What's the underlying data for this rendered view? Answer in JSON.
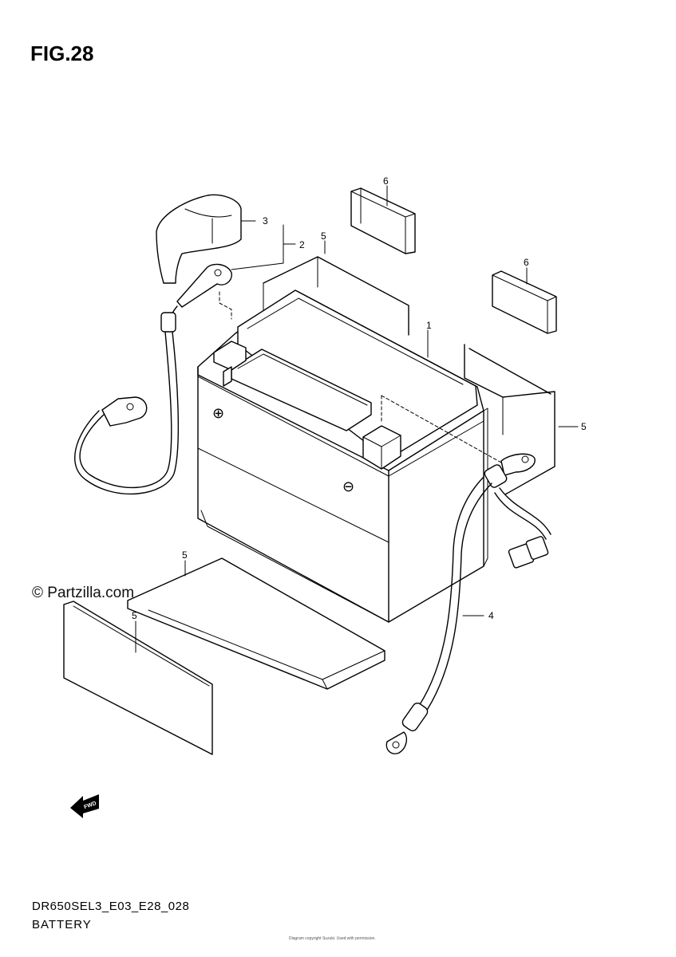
{
  "figure": {
    "title": "FIG.28",
    "watermark": "© Partzilla.com",
    "model_code": "DR650SEL3_E03_E28_028",
    "caption": "BATTERY",
    "footer_note": "Diagram copyright Suzuki. Used with permission.",
    "fwd_label": "FWD"
  },
  "callouts": [
    {
      "id": "callout-1",
      "label": "1"
    },
    {
      "id": "callout-2",
      "label": "2"
    },
    {
      "id": "callout-3",
      "label": "3"
    },
    {
      "id": "callout-4",
      "label": "4"
    },
    {
      "id": "callout-5a",
      "label": "5"
    },
    {
      "id": "callout-5b",
      "label": "5"
    },
    {
      "id": "callout-5c",
      "label": "5"
    },
    {
      "id": "callout-5d",
      "label": "5"
    },
    {
      "id": "callout-6a",
      "label": "6"
    },
    {
      "id": "callout-6b",
      "label": "6"
    }
  ],
  "terminal_symbols": {
    "positive": "⊕",
    "negative": "⊖"
  }
}
